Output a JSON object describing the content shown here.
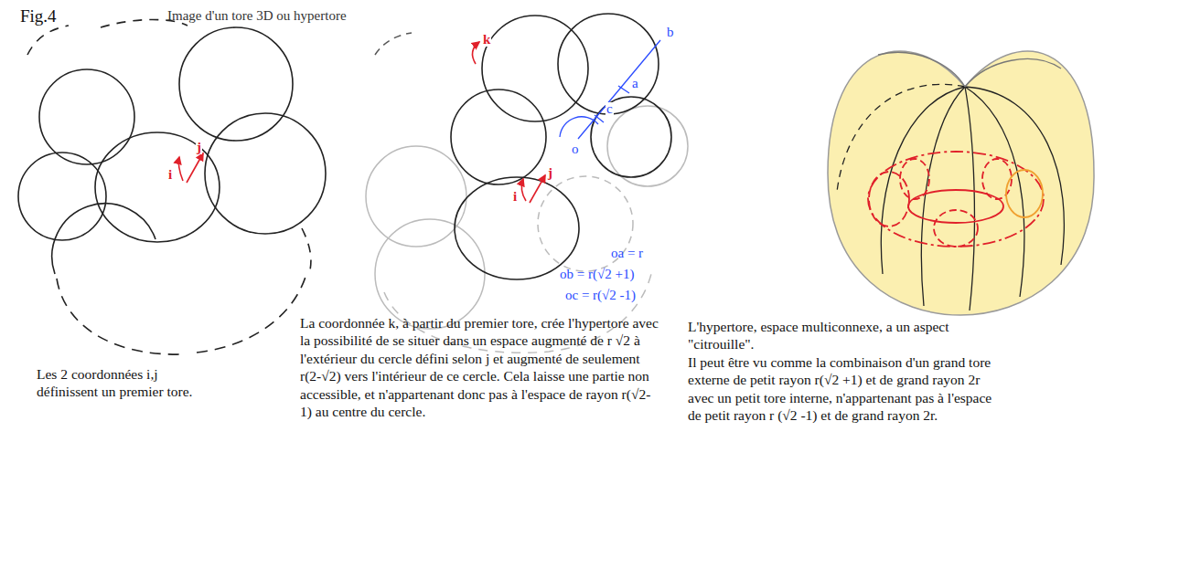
{
  "diagram": {
    "title": "Image d'un tore 3D ou hypertore",
    "labels": [
      "Fig.4",
      "i",
      "j",
      "k",
      "j",
      "i",
      "b",
      "a",
      "c",
      "o",
      "oa = r",
      "ob = r(√2 +1)",
      "oc = r(√2 -1)",
      "Les 2 coordonnées i,j définissent un premier tore.",
      "La coordonnée k, à partir du premier tore, crée l'hypertore avec la possibilité de se situer dans un espace augmenté de r √2 à l'extérieur du cercle défini selon j et augmenté de seulement r(2-√2) vers l'intérieur de ce cercle. Cela laisse une partie non accessible, et n'appartenant donc pas à l'espace de rayon r(√2-1) au centre du cercle.",
      "L'hypertore, espace multiconnexe, a un aspect \"citrouille\".",
      "Il peut être vu comme la combinaison d'un grand tore externe de petit rayon r(√2 +1) et de grand rayon 2r avec un petit tore interne, n'appartenant pas à l'espace de petit rayon r (√2 -1) et de grand rayon 2r."
    ]
  }
}
